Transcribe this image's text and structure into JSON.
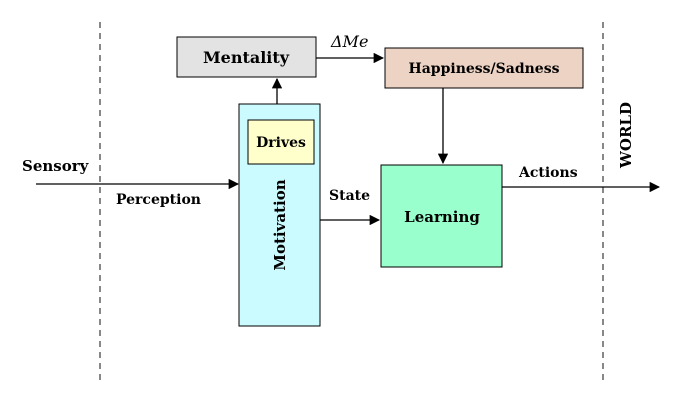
{
  "labels": {
    "sensory": "Sensory",
    "perception": "Perception",
    "mentality": "Mentality",
    "delta_me": "ΔMe",
    "happiness_sadness": "Happiness/Sadness",
    "drives": "Drives",
    "motivation": "Motivation",
    "state": "State",
    "learning": "Learning",
    "actions": "Actions",
    "world": "WORLD"
  },
  "colors": {
    "mentality_fill": "#e3e3e3",
    "happiness_fill": "#ecd3c4",
    "motivation_fill": "#ccfbff",
    "drives_fill": "#ffffcc",
    "learning_fill": "#99ffcc"
  }
}
